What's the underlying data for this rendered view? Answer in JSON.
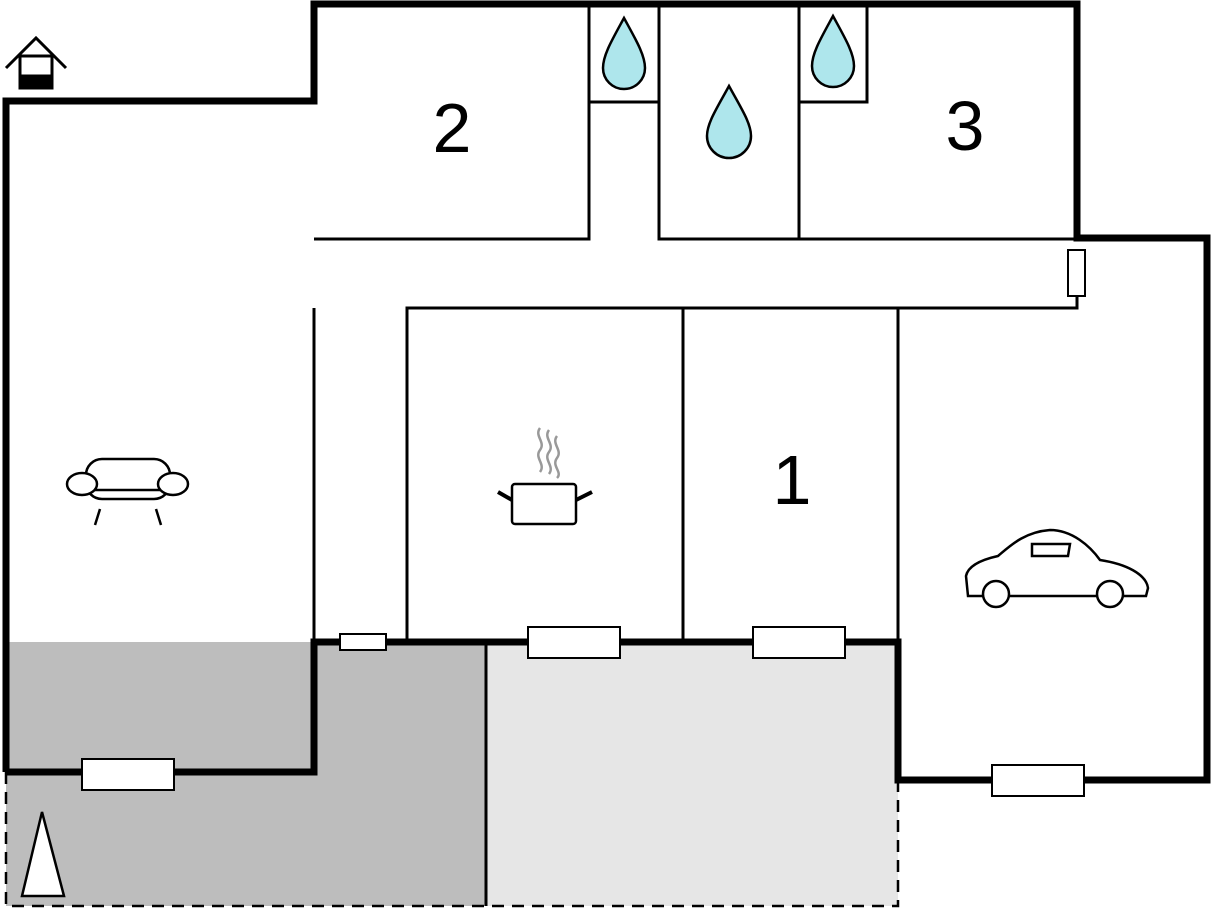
{
  "floorplan": {
    "rooms": {
      "bedroom_1": {
        "label": "1"
      },
      "bedroom_2": {
        "label": "2"
      },
      "bedroom_3": {
        "label": "3"
      }
    },
    "icons": [
      "house-icon",
      "sofa-icon",
      "cooking-pot-icon",
      "car-icon",
      "water-drop-icon",
      "north-arrow-icon"
    ],
    "colors": {
      "wall": "#000000",
      "terrace_dark": "#bdbdbd",
      "terrace_light": "#e6e6e6",
      "water": "#aee6ec",
      "steam": "#999999",
      "background": "#ffffff"
    }
  }
}
